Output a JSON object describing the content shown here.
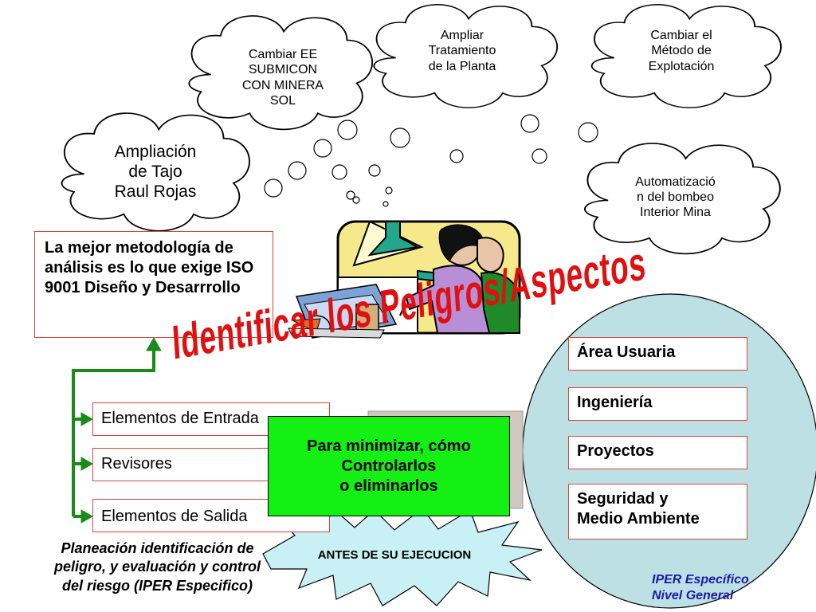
{
  "clouds": {
    "subestacion": "Cambiar EE\nSUBMICON\nCON MINERA\nSOL",
    "tratamiento": "Ampliar\nTratamiento\nde la Planta",
    "metodo": "Cambiar el\nMétodo de\nExplotación",
    "tajo": "Ampliación\nde Tajo\nRaul Rojas",
    "bombeo": "Automatizació\nn del bombeo\nInterior Mina"
  },
  "methodology_box": "La mejor metodología de análisis es lo que exige ISO 9001 Diseño y Desarrrollo",
  "headline": "Identificar los Peligros/Aspectos",
  "elements": {
    "entrada": "Elementos de Entrada",
    "revisores": "Revisores",
    "salida": "Elementos de Salida"
  },
  "green_box": "Para minimizar, cómo\nControlarlos\no eliminarlos",
  "starburst": "ANTES DE SU EJECUCION",
  "planeacion": "Planeación identificación de\npeligro, y evaluación y control\ndel riesgo (IPER Especifico)",
  "areas": {
    "usuaria": "Área Usuaria",
    "ingenieria": "Ingeniería",
    "proyectos": "Proyectos",
    "seguridad": "Seguridad y\nMedio Ambiente"
  },
  "iper_label": "IPER Específico\nNivel General",
  "colors": {
    "headline_red": "#e11010",
    "green_box": "#14f014",
    "oval_fill": "#bde0e4",
    "box_border": "#d9453c",
    "arrow_green": "#1a8a1a",
    "iper_blue": "#1a1aa8",
    "starburst_fill": "#c9f0f4"
  }
}
